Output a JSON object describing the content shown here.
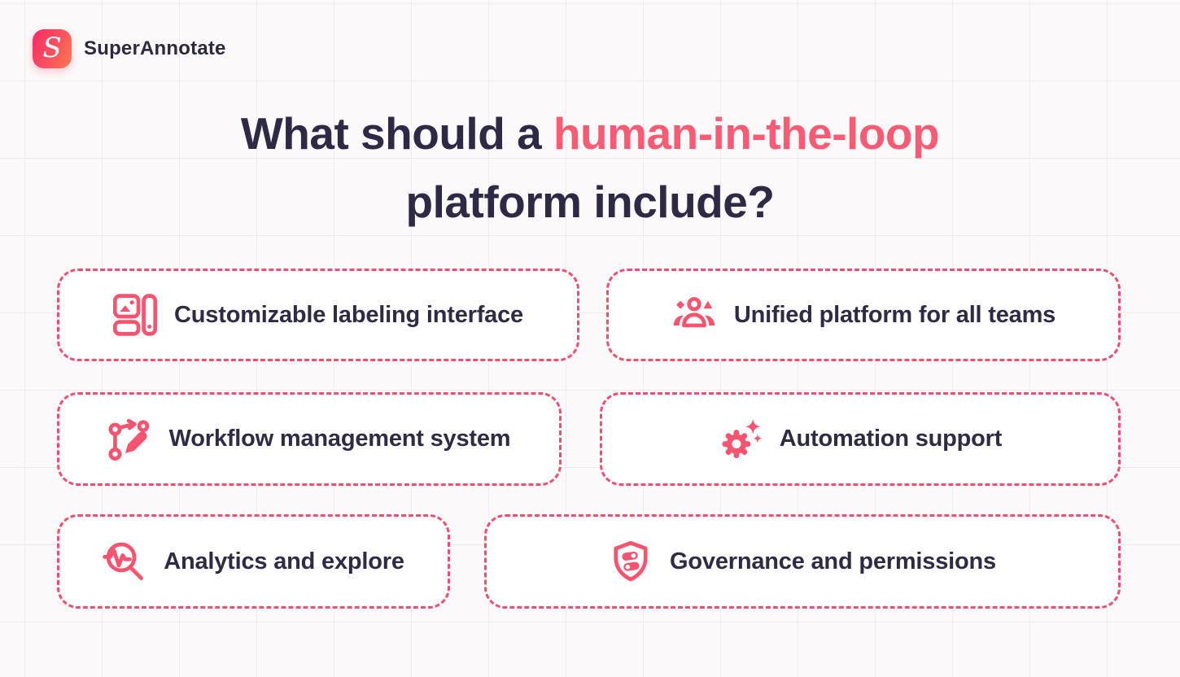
{
  "page": {
    "background": "#FBF9F9",
    "grid_line_color": "#E9E4E6",
    "accent_pink": "#F9546F",
    "border_pink": "#F24E71",
    "navy": "#2E2A45"
  },
  "logo": {
    "brand": "SuperAnnotate",
    "monogram": "S",
    "badge_gradient": [
      "#F62E63",
      "#FD7A4D"
    ]
  },
  "title": {
    "line1_prefix": "What should a ",
    "line1_highlight": "human-in-the-loop",
    "line2": "platform include?"
  },
  "cards": [
    {
      "label": "Customizable labeling interface",
      "icon": "labeling-interface-icon"
    },
    {
      "label": "Unified platform for all teams",
      "icon": "team-icon"
    },
    {
      "label": "Workflow management system",
      "icon": "workflow-icon"
    },
    {
      "label": "Automation support",
      "icon": "automation-gear-icon"
    },
    {
      "label": "Analytics and explore",
      "icon": "analytics-magnifier-icon"
    },
    {
      "label": "Governance and permissions",
      "icon": "governance-shield-icon"
    }
  ]
}
